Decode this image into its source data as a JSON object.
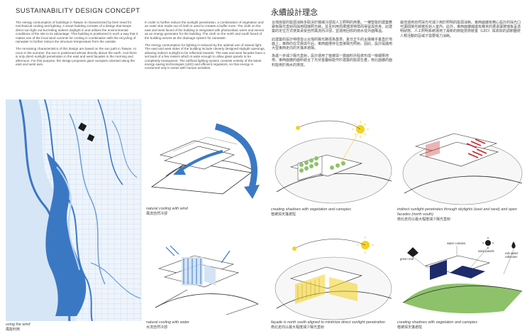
{
  "header": {
    "title_en": "SUSTAINABILITY DESIGN CONCEPT",
    "title_zh": "永續設計理念"
  },
  "text": {
    "en_col1": [
      "The energy consumption of buildings in Taiwan is characterized by their need for mechanical cooling and lighting. A smart building consists of a design that keeps direct sun light out but letting indirect daylight in and utilizes the environmental conditions of the site to its advantage. This building is positioned in such a way that it makes use of the local wind currents for cooling in combination with the recycling of rainwater to further reduce the structure temperature from the outside.",
      "The remaining characteristics of this design are based on the sun path in Taiwan. At noon in the summer, the sun is positioned almost directly above the earth. And there is only direct sunlight penetration in the east and west facades in the morning and afternoon. For this purpose, the design proposes giant canopies oriented along the east and west axis."
    ],
    "en_col2": [
      "In order to further reduce the sunlight penetration, a combination of vegetation and an outer skin made out of cloth is used to creates a buffer zone. The cloth on the east and west faced of the building is integrated with photovoltaic wires and serves as an energy generator for the building. The cloth on the north and south faced of the building serves as the drainage system for rainwater.",
      "The energy consumption for lighting is reduced by the optimal use of natural light. The east and west sides of the building include cleverly designed skylight openings, allowing indirect sunlight to be reflected inwards. The east and west facades have a set back of a few meters which is wide enough to allow glass panels to be completely transparent. The artificial lighting system consists entirely of the latest energy saving technologies (LED) and efficient regulators, so that energy is consumed only in areas with human activities."
    ],
    "zh_col1": [
      "台灣房屋的能源消耗多取決於機械冷卻與人工照明的用量。一棟智能的建築應避免陽光直射而採用間接照光線，並且利用周遭環境特徵而得益與自身。此建築的定位方式使其承受自然風流而冷卻，並運用回收的雨水從外面降溫。",
      "此建築的設計特徵皆以台灣的陽光路徑為基準。夏日正午的太陽幾乎垂直於地面上，東西向在早晨與午后，東西面僅存在直接陽光照射。因此，設計提議用大型東西走向的天篷來遮陽。",
      "為進一步減少陽光直射，設計運用了植被與一層面料外殼來形成一條緩衝地帶。東西面牆的面料結合了光伏金屬絲能作於建築的能源生產，南北面牆的面料能用於雨水的排放。"
    ],
    "zh_col2": [
      "最佳運用自然採光可減少用於照明的能源消耗。東西面牆有精心設計的採光口可讓間接光線被反射入室內。此外，東西面牆縮進有幾米的遭退讓玻璃板呈透明狀態。人工照明系統運用了最新的節能技術裝置（LED）與高效的調節器使人類活動的區域才需要電力消耗。"
    ]
  },
  "captions": {
    "wind_map": {
      "en": "using the wind",
      "zh": "風能利用"
    },
    "wind_cooling": {
      "en": "natural cooling with wind",
      "zh": "風流自然冷卻"
    },
    "water_cooling": {
      "en": "natural cooling with water",
      "zh": "水流自然冷卻"
    },
    "shadows_canopies": {
      "en": "creating shadows with vegetation and canopies",
      "zh": "植被與天篷遮陰"
    },
    "facade_north_south": {
      "en": "façade is north south aligned to minimize direct sunlight penetration",
      "zh": "南北走向以最大程度減少陽光直射"
    },
    "skylights": {
      "en": "indirect sunlight penetrates through skylights (east and west) and open facades (north south)",
      "zh": "南北走向以最大程度減少陽光直射"
    },
    "shadows_vegetation": {
      "en": "creating shadows with vegetation and canopies",
      "zh": "植被與天篷遮陰"
    }
  },
  "diagram_labels": {
    "green_roof": "green roof",
    "water_curtains": "water curtains",
    "solar_panels": "solar panels",
    "rain_water_collection": "rain water collection"
  },
  "colors": {
    "wind_blue": "#3b78c4",
    "light_blue": "#c9ddf2",
    "sun_yellow": "#f4d21f",
    "vegetation_green": "#8dc26a",
    "canopy_red": "#c9252c",
    "ink": "#2a2a2a"
  }
}
